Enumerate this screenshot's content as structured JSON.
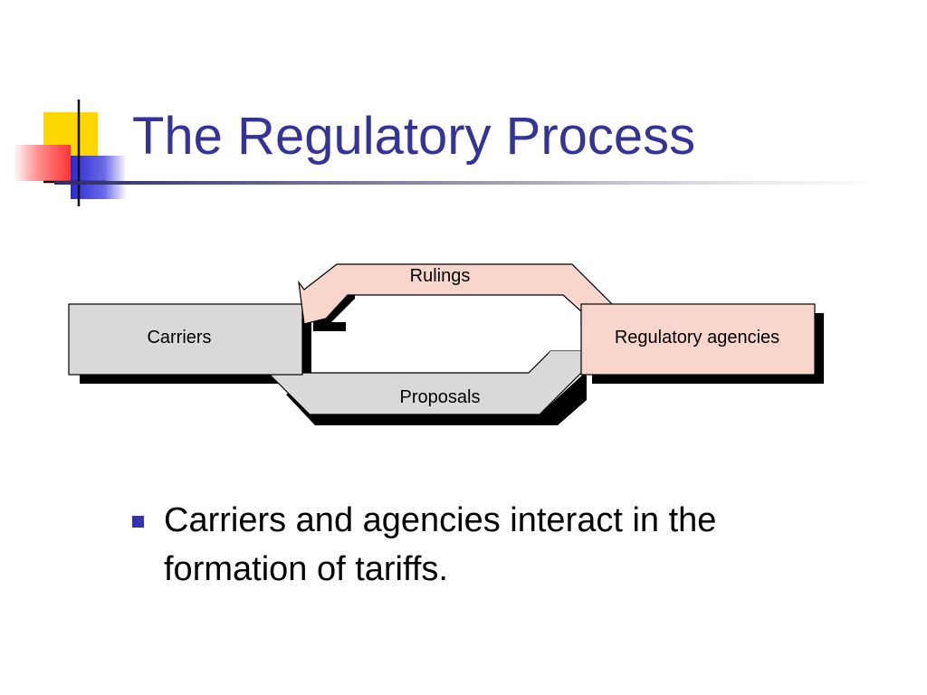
{
  "slide": {
    "title": "The Regulatory Process",
    "diagram": {
      "nodes": {
        "carriers": "Carriers",
        "agencies": "Regulatory agencies"
      },
      "arrows": {
        "top": "Rulings",
        "bottom": "Proposals"
      },
      "colors": {
        "carriers_fill": "#d9d9d9",
        "agencies_fill": "#f9d6cc",
        "shadow": "#000000"
      }
    },
    "bullets": [
      {
        "text": "Carriers and agencies interact in the formation of tariffs."
      }
    ],
    "colors": {
      "title": "#333399",
      "bullet_marker": "#3333aa",
      "deco_yellow": "#ffd700",
      "deco_red": "#ff4444",
      "deco_blue": "#3a3ad8"
    }
  }
}
